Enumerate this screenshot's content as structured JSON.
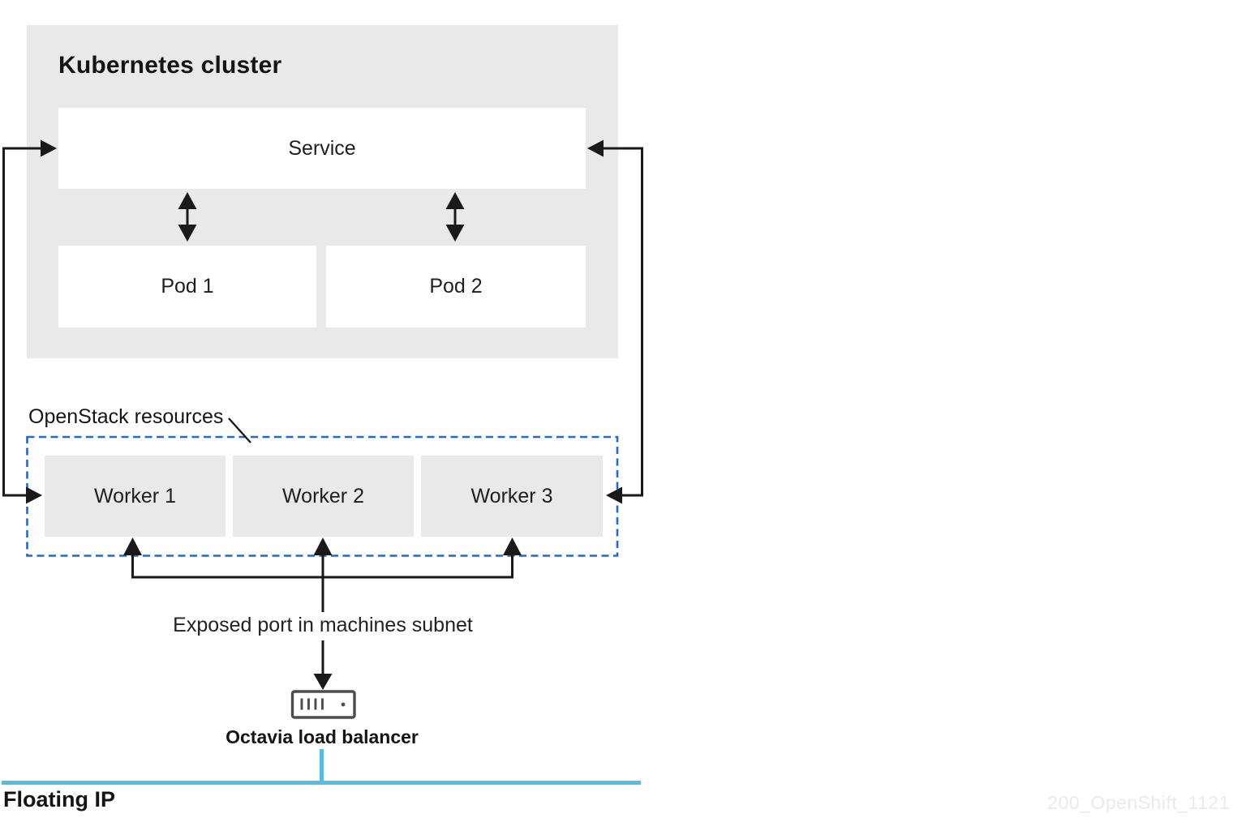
{
  "kubernetes_cluster": {
    "title": "Kubernetes cluster",
    "service_label": "Service",
    "pods": [
      {
        "label": "Pod 1"
      },
      {
        "label": "Pod 2"
      }
    ]
  },
  "openstack": {
    "label": "OpenStack resources",
    "workers": [
      {
        "label": "Worker 1"
      },
      {
        "label": "Worker 2"
      },
      {
        "label": "Worker 3"
      }
    ]
  },
  "labels": {
    "exposed_port": "Exposed port in machines subnet",
    "octavia_load_balancer": "Octavia load balancer",
    "floating_ip": "Floating IP",
    "watermark": "200_OpenShift_1121"
  },
  "icons": {
    "load_balancer": "load-balancer-icon"
  },
  "colors": {
    "box_gray": "#e9e9e9",
    "line_black": "#1a1a1a",
    "dashed_border_blue": "#2469d2",
    "floating_ip_cyan": "#55bdde",
    "icon_gray": "#4d4d4d",
    "watermark_gray": "#e9eaec"
  }
}
